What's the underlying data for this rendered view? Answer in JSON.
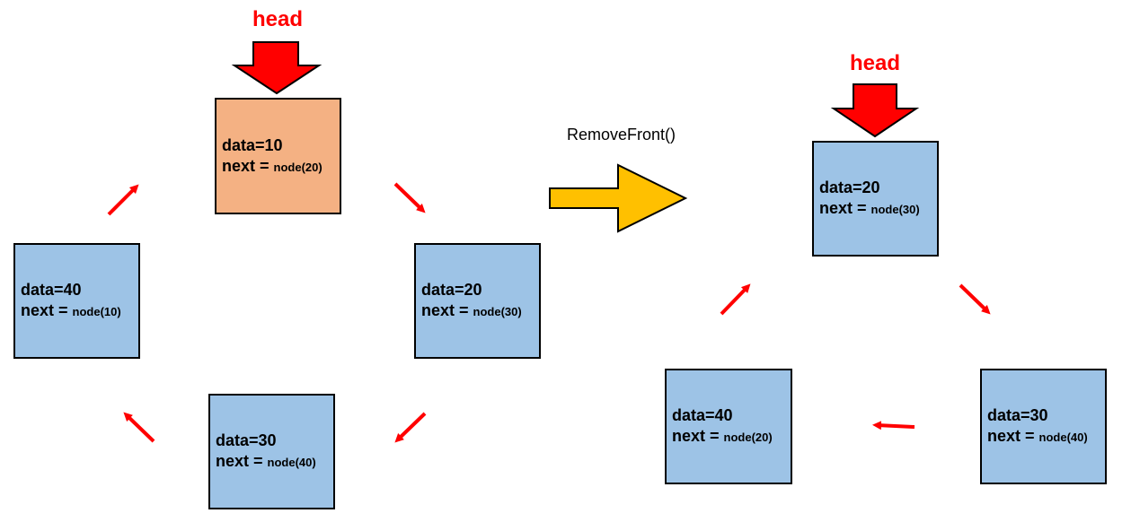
{
  "colors": {
    "head_node_fill": "#f4b183",
    "node_fill": "#9dc3e6",
    "arrow_red": "#ff0000",
    "operation_arrow": "#ffc000"
  },
  "operation": {
    "label": "RemoveFront()"
  },
  "before": {
    "head_label": "head",
    "nodes": [
      {
        "data": "data=10",
        "next_label": "next = ",
        "next_ref": "node(20)"
      },
      {
        "data": "data=20",
        "next_label": "next = ",
        "next_ref": "node(30)"
      },
      {
        "data": "data=30",
        "next_label": "next = ",
        "next_ref": "node(40)"
      },
      {
        "data": "data=40",
        "next_label": "next = ",
        "next_ref": "node(10)"
      }
    ]
  },
  "after": {
    "head_label": "head",
    "nodes": [
      {
        "data": "data=20",
        "next_label": "next = ",
        "next_ref": "node(30)"
      },
      {
        "data": "data=30",
        "next_label": "next = ",
        "next_ref": "node(40)"
      },
      {
        "data": "data=40",
        "next_label": "next = ",
        "next_ref": "node(20)"
      }
    ]
  }
}
